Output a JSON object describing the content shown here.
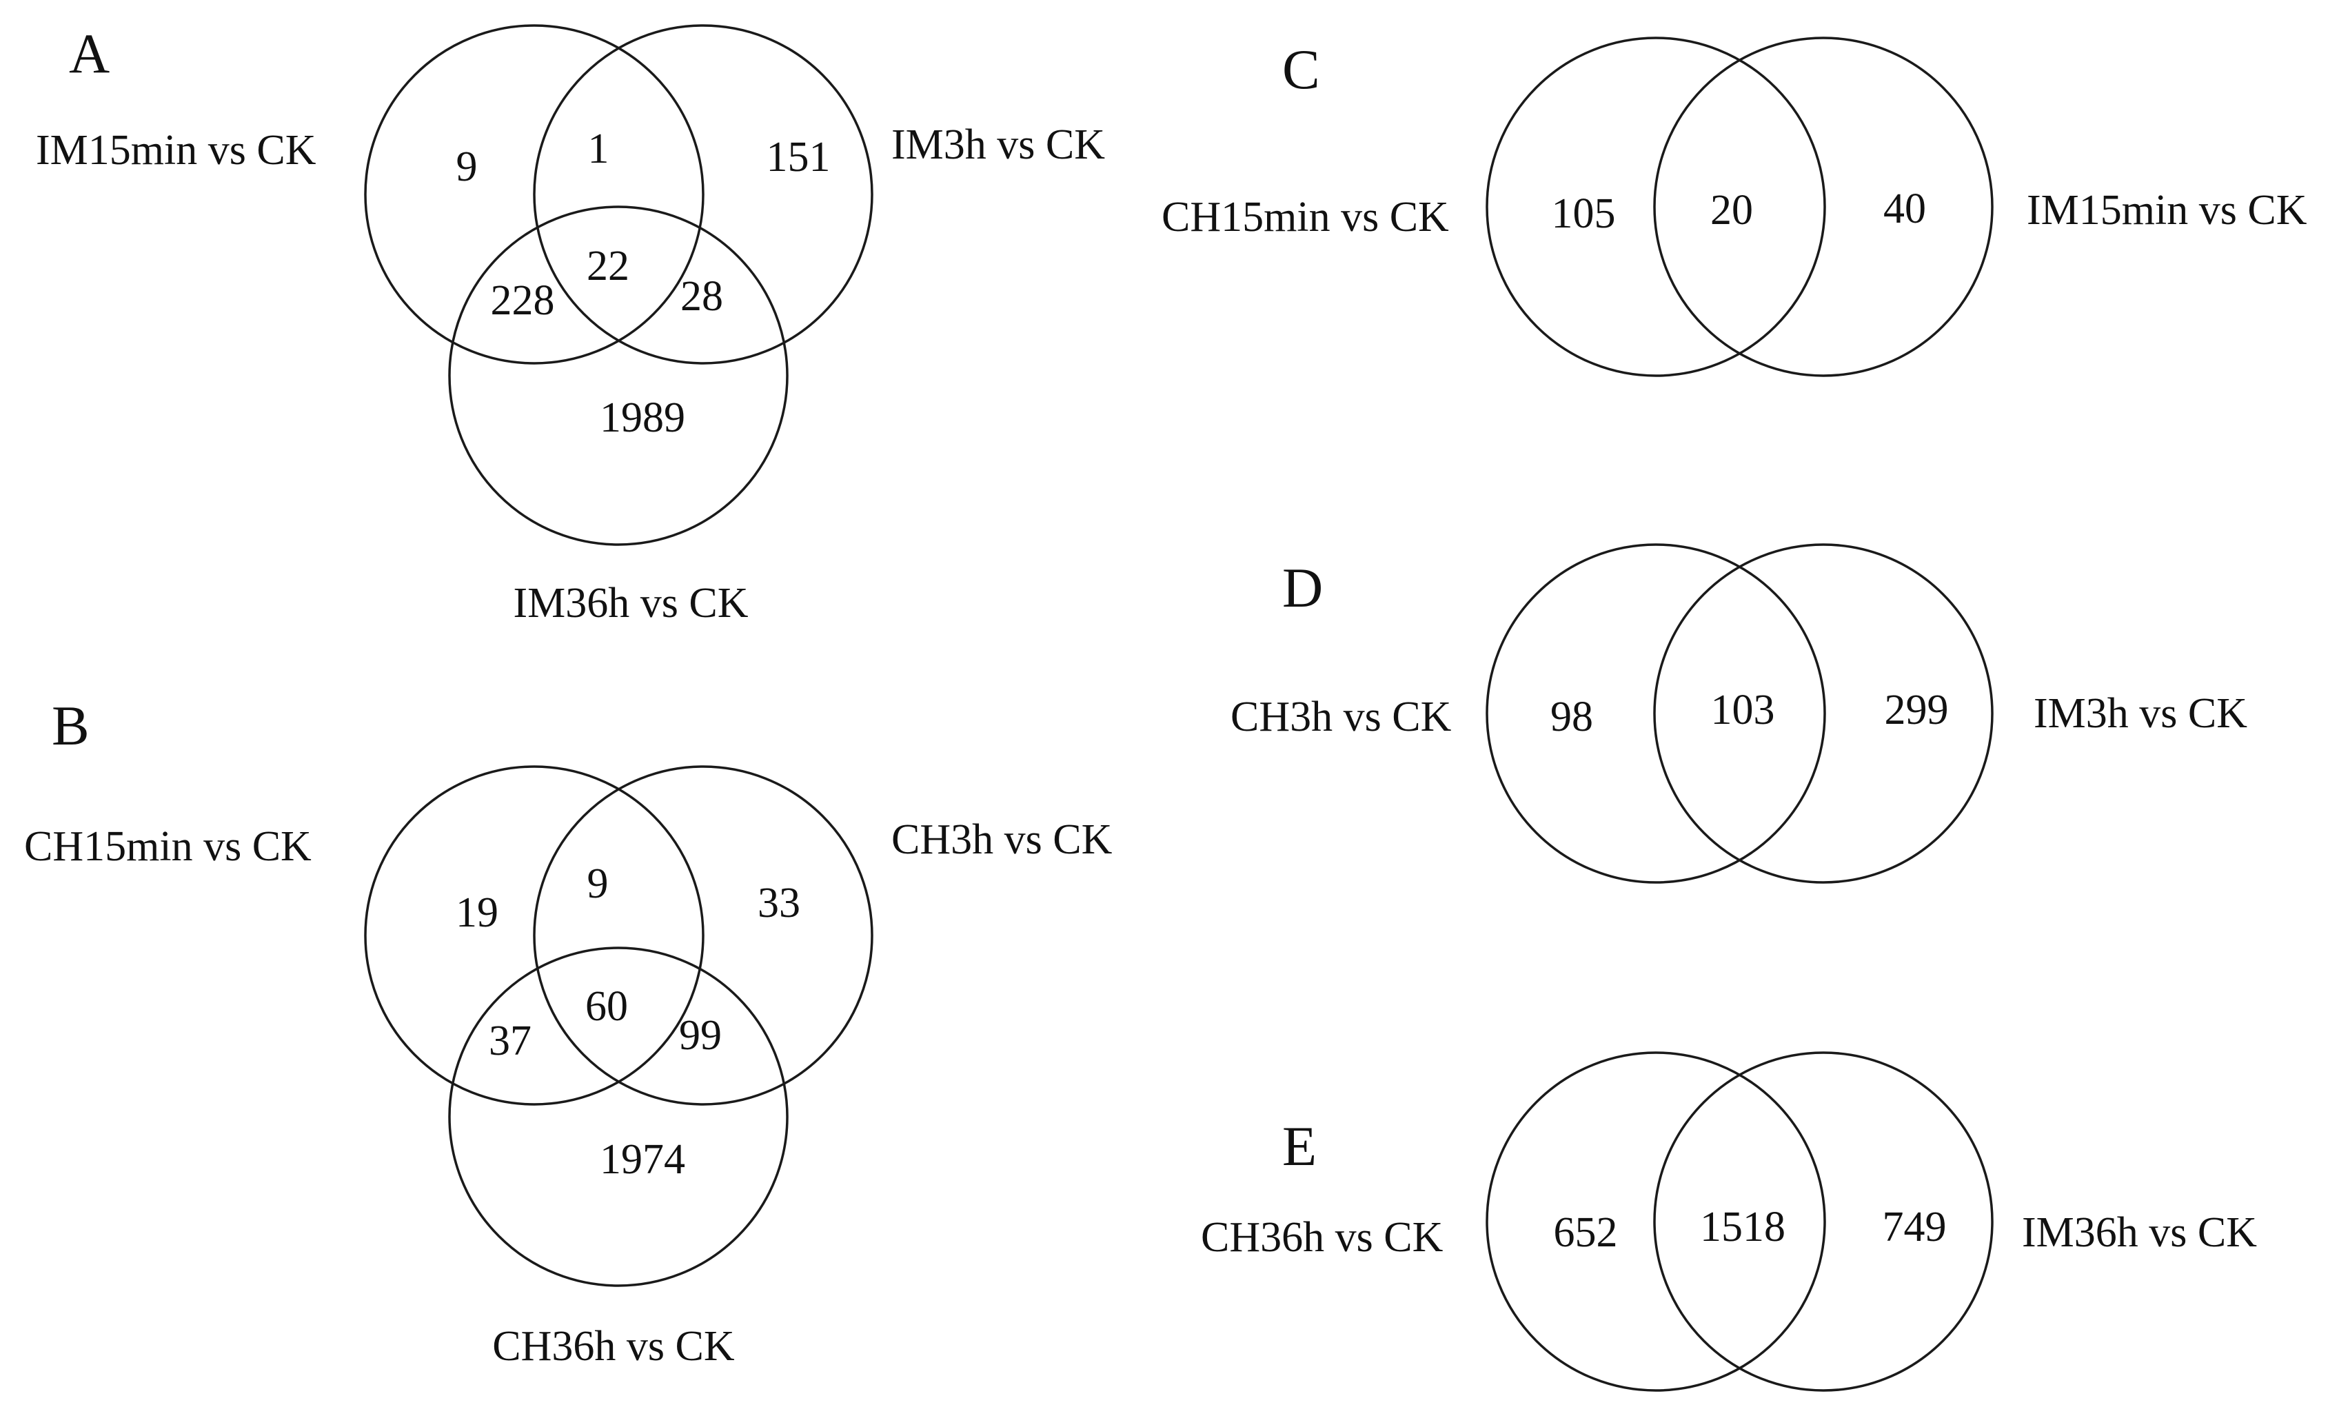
{
  "panels": [
    {
      "letter": "A",
      "sets": [
        "IM15min vs CK",
        "IM3h vs CK",
        "IM36h vs CK"
      ],
      "counts": {
        "only_1": "9",
        "only_2": "151",
        "only_3": "1989",
        "set1_set2": "1",
        "set1_set3": "228",
        "set2_set3": "28",
        "all": "22"
      }
    },
    {
      "letter": "B",
      "sets": [
        "CH15min vs CK",
        "CH3h vs CK",
        "CH36h vs CK"
      ],
      "counts": {
        "only_1": "19",
        "only_2": "33",
        "only_3": "1974",
        "set1_set2": "9",
        "set1_set3": "37",
        "set2_set3": "99",
        "all": "60"
      }
    },
    {
      "letter": "C",
      "sets": [
        "CH15min vs CK",
        "IM15min vs CK"
      ],
      "counts": {
        "left_only": "105",
        "overlap": "20",
        "right_only": "40"
      }
    },
    {
      "letter": "D",
      "sets": [
        "CH3h vs CK",
        "IM3h vs CK"
      ],
      "counts": {
        "left_only": "98",
        "overlap": "103",
        "right_only": "299"
      }
    },
    {
      "letter": "E",
      "sets": [
        "CH36h vs CK",
        "IM36h vs CK"
      ],
      "counts": {
        "left_only": "652",
        "overlap": "1518",
        "right_only": "749"
      }
    }
  ]
}
